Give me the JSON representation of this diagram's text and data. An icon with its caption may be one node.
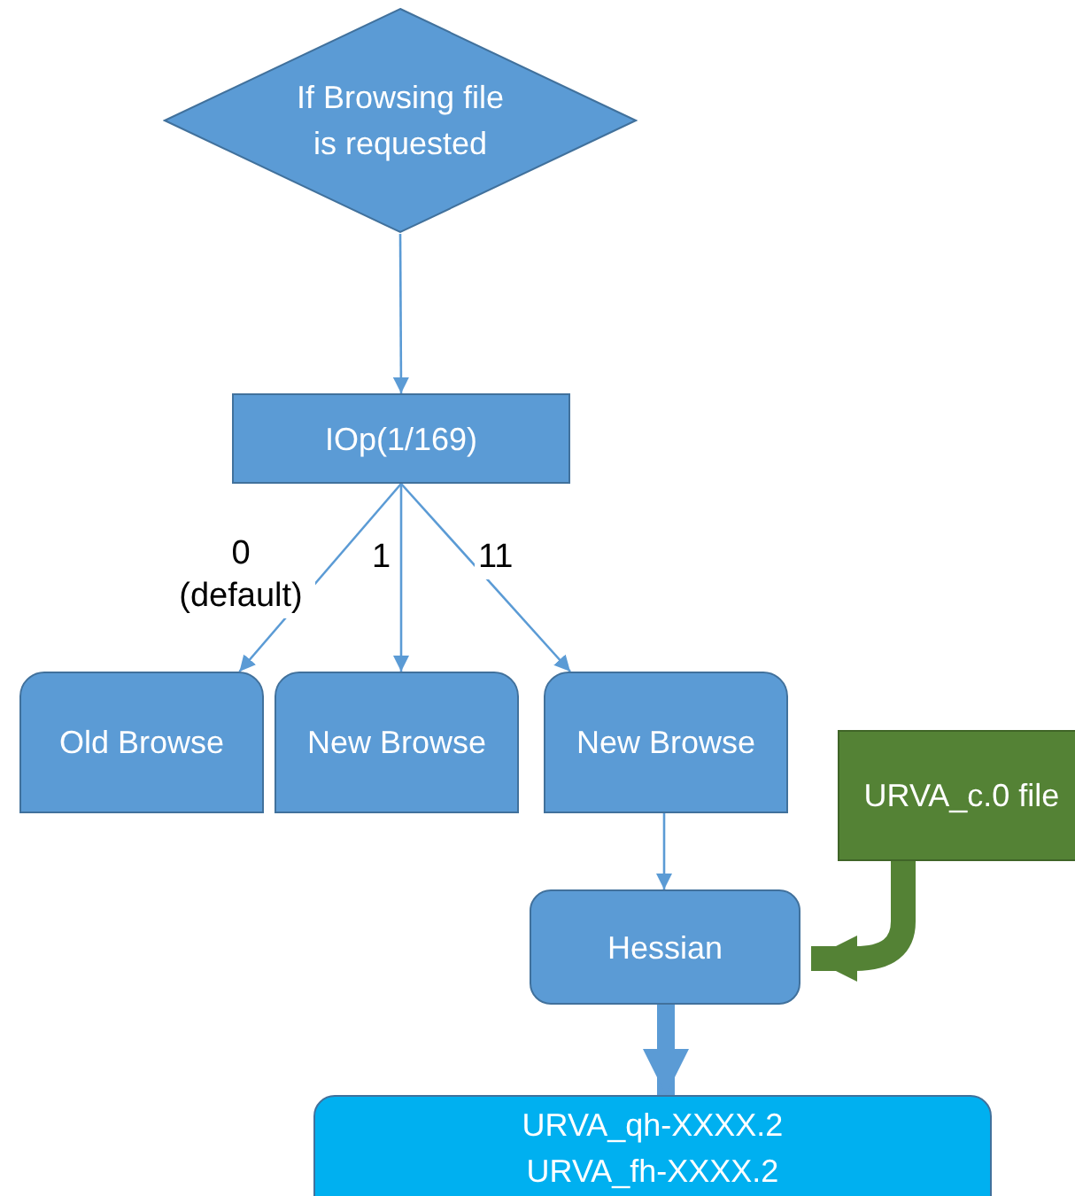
{
  "diagram": {
    "nodes": [
      {
        "text": [
          "If Browsing file is requested"
        ]
      },
      {
        "text": [
          "IOp(1/169)"
        ]
      },
      {
        "text": [
          "Old Browse"
        ]
      },
      {
        "text": [
          "New Browse"
        ]
      },
      {
        "text": [
          "New Browse"
        ]
      },
      {
        "text": [
          "URVA_c.0 file"
        ]
      },
      {
        "text": [
          "Hessian"
        ]
      },
      {
        "text": [
          "URVA_qh-XXXX.2",
          "URVA_fh-XXXX.2"
        ]
      }
    ],
    "edges": [
      {
        "from": 0,
        "to": 1,
        "arrow": "to"
      },
      {
        "from": 1,
        "to": 2,
        "arrow": "to",
        "label": "0 (default)"
      },
      {
        "from": 1,
        "to": 3,
        "arrow": "to",
        "label": "1"
      },
      {
        "from": 1,
        "to": 4,
        "arrow": "to",
        "label": "11"
      },
      {
        "from": 4,
        "to": 6,
        "arrow": "to"
      },
      {
        "from": 5,
        "to": 6,
        "arrow": "to",
        "style": "thick",
        "color": "#548235"
      },
      {
        "from": 6,
        "to": 7,
        "arrow": "to",
        "style": "thick"
      }
    ]
  }
}
